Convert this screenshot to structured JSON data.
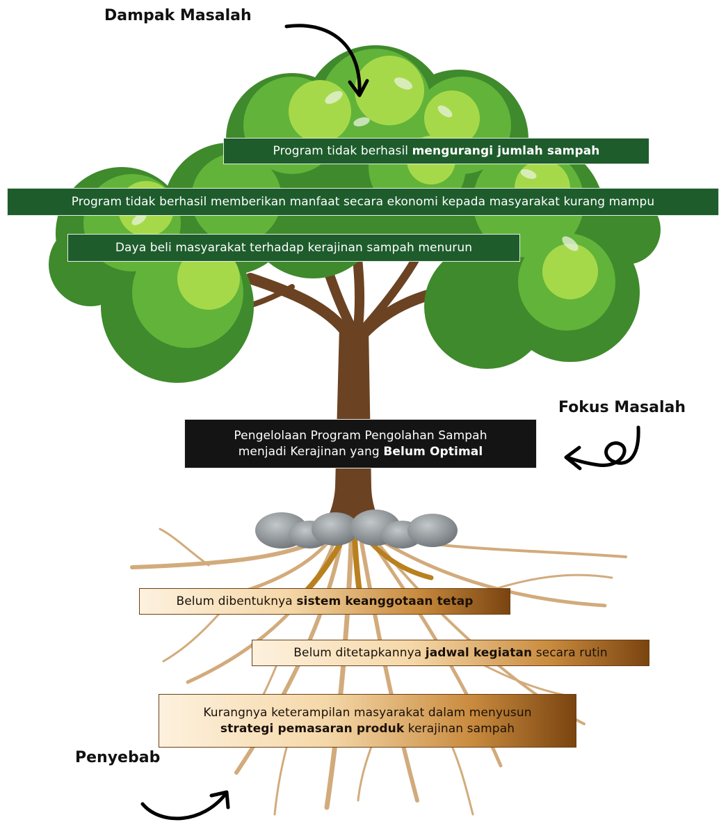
{
  "labels": {
    "impact": "Dampak Masalah",
    "focus": "Fokus Masalah",
    "cause": "Penyebab"
  },
  "impacts": [
    {
      "pre": "Program tidak berhasil ",
      "bold": "mengurangi jumlah sampah",
      "post": ""
    },
    {
      "pre": "Program tidak berhasil memberikan manfaat secara ekonomi kepada masyarakat kurang mampu",
      "bold": "",
      "post": ""
    },
    {
      "pre": "Daya beli masyarakat terhadap kerajinan sampah menurun",
      "bold": "",
      "post": ""
    }
  ],
  "focus_box": {
    "line1": "Pengelolaan Program Pengolahan Sampah",
    "line2_pre": "menjadi Kerajinan yang ",
    "line2_bold": "Belum Optimal"
  },
  "causes": [
    {
      "pre": "Belum dibentuknya ",
      "bold": "sistem keanggotaan tetap",
      "post": ""
    },
    {
      "pre": "Belum ditetapkannya ",
      "bold": "jadwal kegiatan",
      "post": " secara rutin"
    },
    {
      "line1": "Kurangnya keterampilan masyarakat dalam menyusun",
      "bold": "strategi pemasaran produk",
      "post": " kerajinan sampah"
    }
  ],
  "colors": {
    "leaf_dark": "#3f8a2c",
    "leaf_mid": "#62b33a",
    "leaf_light": "#a6d94a",
    "trunk": "#6b4322",
    "root": "#d9b58a",
    "impact_box": "#1e5c2c",
    "focus_box": "#141414",
    "rock": "#8a9093"
  }
}
